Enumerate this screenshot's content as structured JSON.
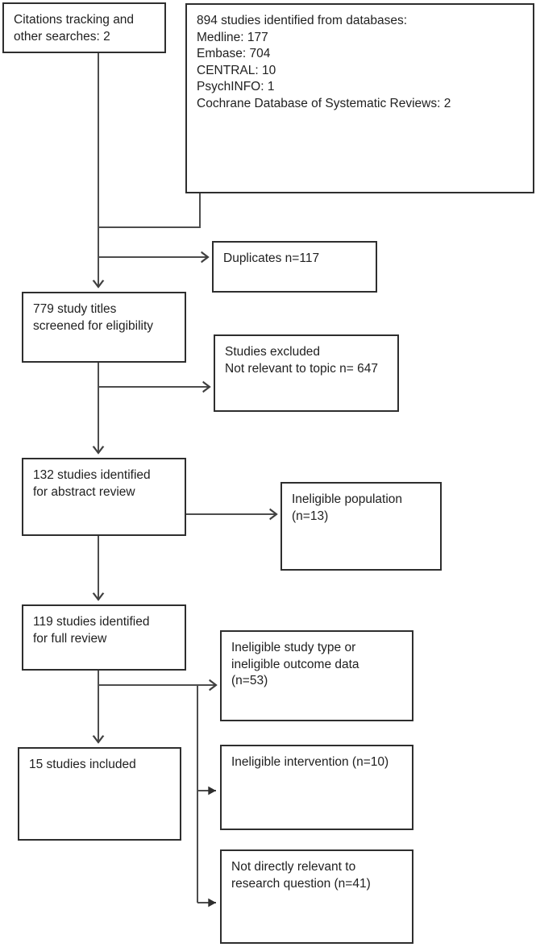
{
  "figure": {
    "type": "study-selection-flow-diagram",
    "background_color": "#ffffff",
    "box_border_color": "#2e2e2e",
    "connector_color": "#4d4d4d",
    "text_color": "#212121"
  },
  "boxes": {
    "citations": {
      "lines": [
        "Citations tracking and",
        "other searches: 2"
      ]
    },
    "databases": {
      "lines": [
        "894 studies identified from databases:",
        "Medline: 177",
        "Embase: 704",
        "CENTRAL: 10",
        "PsychINFO: 1",
        "Cochrane Database of Systematic Reviews: 2"
      ]
    },
    "duplicates": {
      "lines": [
        "Duplicates n=117"
      ]
    },
    "screened": {
      "lines": [
        "779 study titles",
        "screened for eligibility"
      ]
    },
    "excluded_topic": {
      "lines": [
        "Studies excluded",
        "Not relevant to topic n= 647"
      ]
    },
    "abstract_review": {
      "lines": [
        "132 studies identified",
        "for abstract review"
      ]
    },
    "ineligible_population": {
      "lines": [
        "Ineligible population",
        "(n=13)"
      ]
    },
    "full_review": {
      "lines": [
        "119 studies identified",
        "for full review"
      ]
    },
    "ineligible_study_type": {
      "lines": [
        "Ineligible study type or",
        "ineligible outcome data",
        "(n=53)"
      ]
    },
    "included": {
      "lines": [
        "15 studies included"
      ]
    },
    "ineligible_intervention": {
      "lines": [
        "Ineligible intervention (n=10)"
      ]
    },
    "not_relevant": {
      "lines": [
        "Not directly relevant to",
        "research question (n=41)"
      ]
    }
  },
  "counts": {
    "citations_tracking": 2,
    "databases_total": 894,
    "medline": 177,
    "embase": 704,
    "central": 10,
    "psychinfo": 1,
    "cochrane_reviews": 2,
    "duplicates": 117,
    "titles_screened": 779,
    "excluded_not_relevant_topic": 647,
    "abstract_review": 132,
    "ineligible_population": 13,
    "full_review": 119,
    "ineligible_study_type_or_outcome": 53,
    "included": 15,
    "ineligible_intervention": 10,
    "not_directly_relevant": 41
  }
}
